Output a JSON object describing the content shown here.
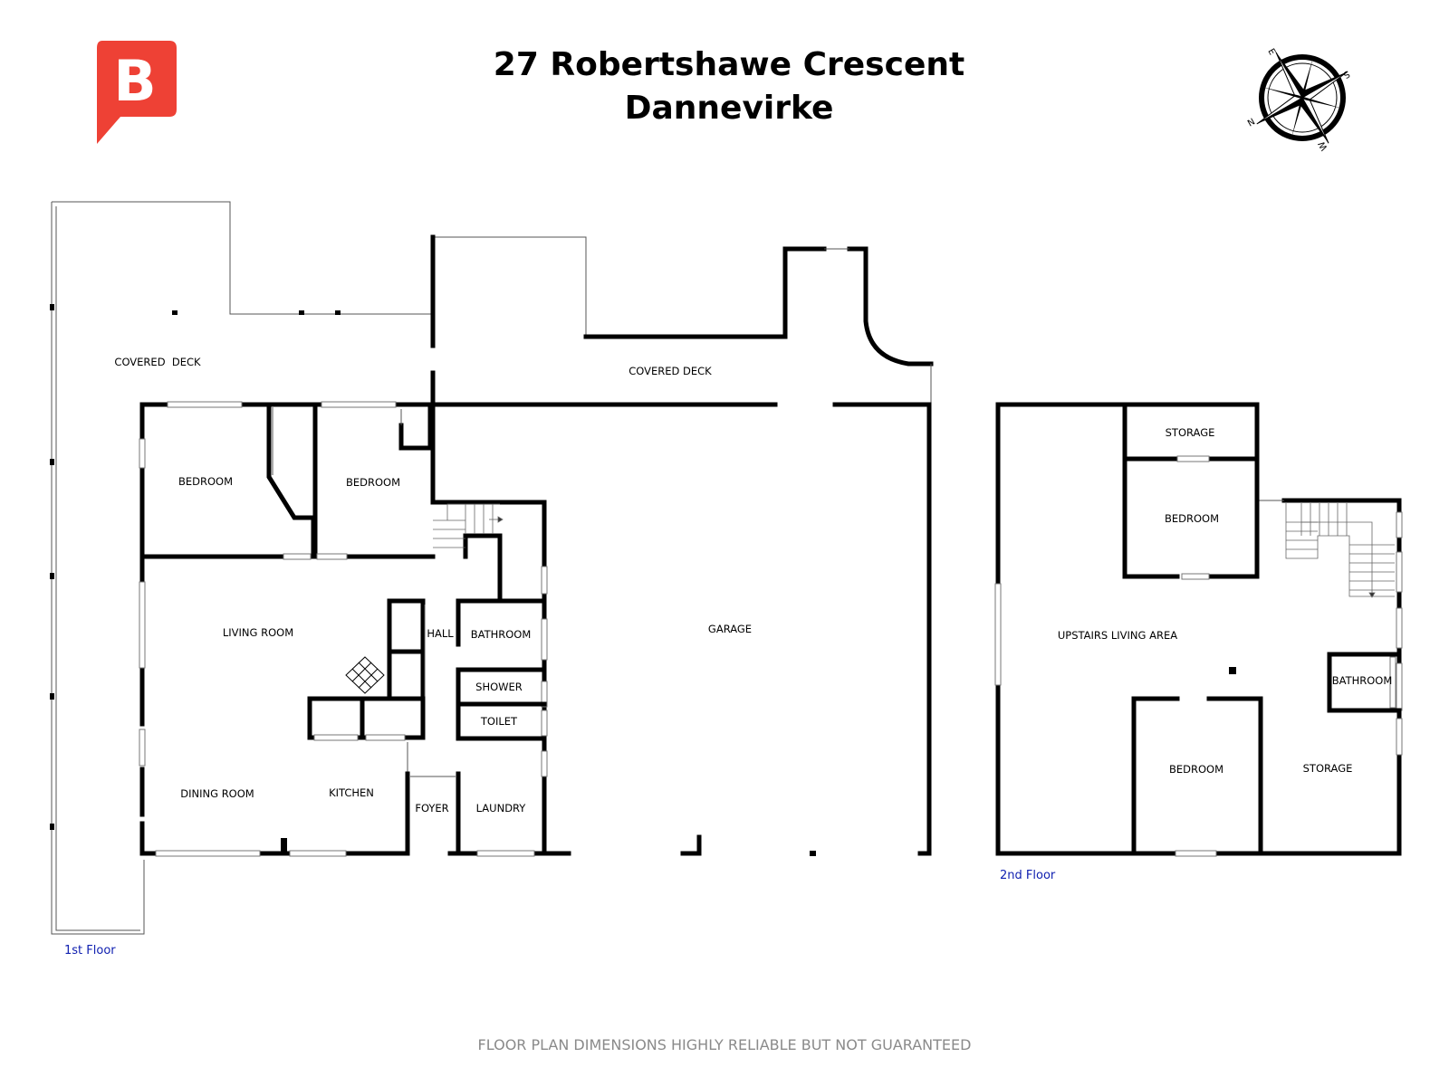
{
  "header": {
    "title_line1": "27 Robertshawe Crescent",
    "title_line2": "Dannevirke"
  },
  "brand": {
    "logo_letter": "B",
    "logo_color": "#ee4135"
  },
  "compass": {
    "letters": [
      "N",
      "E",
      "S",
      "W"
    ]
  },
  "floor1": {
    "label": "1st Floor",
    "rooms": {
      "covered_deck_left": "COVERED  DECK",
      "covered_deck_right": "COVERED DECK",
      "bedroom_1": "BEDROOM",
      "bedroom_2": "BEDROOM",
      "living_room": "LIVING ROOM",
      "hall": "HALL",
      "bathroom": "BATHROOM",
      "shower": "SHOWER",
      "toilet": "TOILET",
      "dining_room": "DINING ROOM",
      "kitchen": "KITCHEN",
      "foyer": "FOYER",
      "laundry": "LAUNDRY",
      "garage": "GARAGE"
    }
  },
  "floor2": {
    "label": "2nd Floor",
    "rooms": {
      "storage_top": "STORAGE",
      "bedroom_top": "BEDROOM",
      "upstairs_living": "UPSTAIRS LIVING AREA",
      "bathroom": "BATHROOM",
      "bedroom_bottom": "BEDROOM",
      "storage_bottom": "STORAGE"
    }
  },
  "footer": {
    "disclaimer": "FLOOR PLAN DIMENSIONS HIGHLY RELIABLE BUT NOT GUARANTEED"
  }
}
